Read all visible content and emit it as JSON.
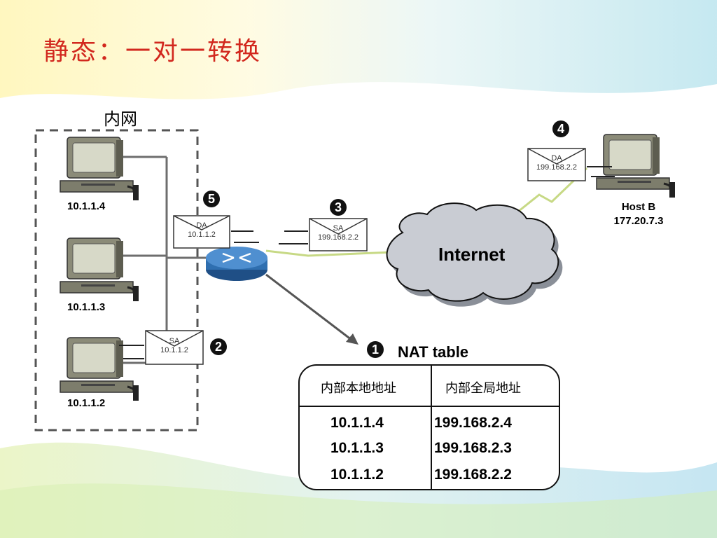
{
  "slide": {
    "title": "静态：一对一转换",
    "zone_label": "内网"
  },
  "hosts": [
    {
      "ip": "10.1.1.4"
    },
    {
      "ip": "10.1.1.3"
    },
    {
      "ip": "10.1.1.2"
    }
  ],
  "host_b": {
    "name": "Host B",
    "ip": "177.20.7.3"
  },
  "internet": {
    "label": "Internet"
  },
  "steps": {
    "s1": "1",
    "s2": "2",
    "s3": "3",
    "s4": "4",
    "s5": "5"
  },
  "envelopes": {
    "e2": {
      "type": "SA",
      "addr": "10.1.1.2"
    },
    "e3": {
      "type": "SA",
      "addr": "199.168.2.2"
    },
    "e4": {
      "type": "DA",
      "addr": "199.168.2.2"
    },
    "e5": {
      "type": "DA",
      "addr": "10.1.1.2"
    }
  },
  "nat_table": {
    "title": "NAT table",
    "headers": [
      "内部本地地址",
      "内部全局地址"
    ],
    "rows": [
      [
        "10.1.1.4",
        "199.168.2.4"
      ],
      [
        "10.1.1.3",
        "199.168.2.3"
      ],
      [
        "10.1.1.2",
        "199.168.2.2"
      ]
    ]
  },
  "colors": {
    "title": "#d2281e",
    "router": "#2f6fb0",
    "cloud": "#c9ccd3",
    "link_green": "#c7d985"
  }
}
